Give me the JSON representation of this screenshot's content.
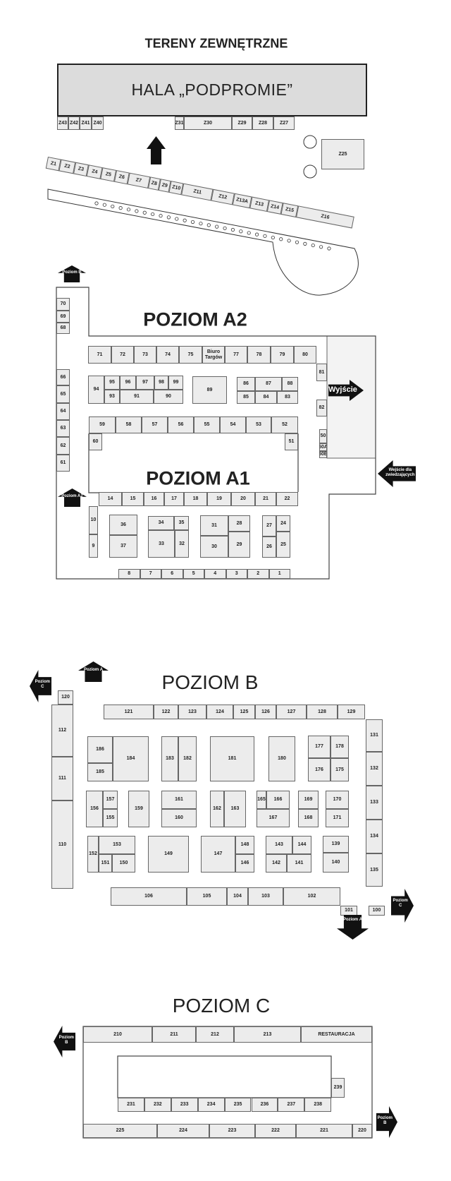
{
  "colors": {
    "stall_fill": "#ececec",
    "hall_fill": "#dcdcdc",
    "exit_area": "#f3f3f3",
    "arrow": "#111111"
  },
  "outdoor": {
    "title": "TERENY ZEWNĘTRZNE",
    "hall": "HALA „PODPROMIE”",
    "stalls": [
      "Z43",
      "Z42",
      "Z41",
      "Z40",
      "Z31",
      "Z30",
      "Z29",
      "Z28",
      "Z27",
      "Z25"
    ],
    "strip_stalls": [
      "Z1",
      "Z2",
      "Z3",
      "Z4",
      "Z5",
      "Z6",
      "Z7",
      "Z8",
      "Z9",
      "Z10",
      "Z11",
      "Z12",
      "Z13A",
      "Z13",
      "Z14",
      "Z15",
      "Z16"
    ]
  },
  "levelA": {
    "title_a2": "POZIOM A2",
    "title_a1": "POZIOM A1",
    "stalls": [
      "70",
      "69",
      "68",
      "66",
      "65",
      "64",
      "63",
      "62",
      "61",
      "71",
      "72",
      "73",
      "74",
      "75",
      "Biuro Targów",
      "77",
      "78",
      "79",
      "80",
      "81",
      "82",
      "50",
      "50A",
      "50B",
      "94",
      "95",
      "96",
      "97",
      "98",
      "99",
      "93",
      "91",
      "90",
      "89",
      "86",
      "87",
      "88",
      "85",
      "84",
      "83",
      "59",
      "58",
      "57",
      "56",
      "55",
      "54",
      "53",
      "52",
      "60",
      "51",
      "14",
      "15",
      "16",
      "17",
      "18",
      "19",
      "20",
      "21",
      "22",
      "10",
      "9",
      "36",
      "37",
      "34",
      "35",
      "33",
      "32",
      "31",
      "30",
      "28",
      "29",
      "27",
      "26",
      "24",
      "25",
      "8",
      "7",
      "6",
      "5",
      "4",
      "3",
      "2",
      "1"
    ]
  },
  "levelB": {
    "title": "POZIOM B",
    "stalls": [
      "120",
      "112",
      "111",
      "110",
      "121",
      "122",
      "123",
      "124",
      "125",
      "126",
      "127",
      "128",
      "129",
      "131",
      "132",
      "133",
      "134",
      "135",
      "186",
      "185",
      "184",
      "183",
      "182",
      "181",
      "180",
      "177",
      "178",
      "176",
      "175",
      "156",
      "157",
      "155",
      "159",
      "161",
      "160",
      "162",
      "163",
      "165",
      "166",
      "167",
      "169",
      "168",
      "170",
      "171",
      "152",
      "153",
      "151",
      "150",
      "149",
      "147",
      "148",
      "146",
      "143",
      "144",
      "142",
      "141",
      "139",
      "140",
      "106",
      "105",
      "104",
      "103",
      "102",
      "101",
      "100"
    ]
  },
  "levelC": {
    "title": "POZIOM C",
    "stalls": [
      "210",
      "211",
      "212",
      "213",
      "RESTAURACJA",
      "231",
      "232",
      "233",
      "234",
      "235",
      "236",
      "237",
      "238",
      "239",
      "225",
      "224",
      "223",
      "222",
      "221",
      "220"
    ]
  },
  "arrows": [
    {
      "label": "",
      "direction": "up"
    },
    {
      "label": "Poziom B",
      "direction": "up"
    },
    {
      "label": "Poziom A2",
      "direction": "up"
    },
    {
      "label": "Wyjście",
      "direction": "right"
    },
    {
      "label": "Wejście dla zwiedzających",
      "direction": "left"
    },
    {
      "label": "Poziom C",
      "direction": "left"
    },
    {
      "label": "Poziom A",
      "direction": "up"
    },
    {
      "label": "Poziom A",
      "direction": "down"
    },
    {
      "label": "Poziom C",
      "direction": "right"
    },
    {
      "label": "Poziom B",
      "direction": "left"
    },
    {
      "label": "Poziom B",
      "direction": "right"
    }
  ]
}
